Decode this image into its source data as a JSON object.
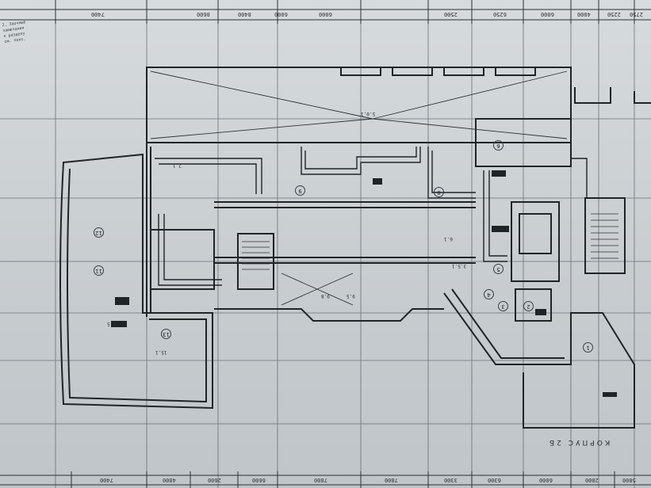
{
  "top_dimensions": [
    "7400",
    "8600",
    "8400",
    "6000",
    "6000",
    "2500",
    "6250",
    "6000",
    "4000",
    "2250",
    "2750"
  ],
  "bottom_dimensions": [
    "7400",
    "4800",
    "2600",
    "6600",
    "7800",
    "7800",
    "3300",
    "6300",
    "6000",
    "2800",
    "5800"
  ],
  "room_numbers": [
    "12",
    "11",
    "13",
    "9",
    "8",
    "6",
    "5",
    "4",
    "3",
    "2",
    "1"
  ],
  "annotations": [
    "5.0.1",
    "3.5.1",
    "15.1",
    "9.8",
    "9.5",
    "5.5",
    "6.1",
    "7.1"
  ],
  "section_caption": "КОРПУС 2Б",
  "corner_note": [
    "2. Заочные",
    "замечания",
    "к разделу",
    "см. пояс."
  ],
  "colors": {
    "paper": "#ccd1d3",
    "ink": "#2c3134",
    "grid": "#4a5054"
  }
}
